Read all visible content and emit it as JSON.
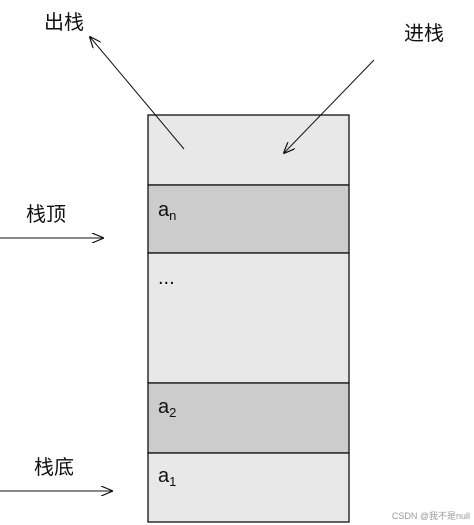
{
  "labels": {
    "pop": "出栈",
    "push": "进栈",
    "top": "栈顶",
    "bottom": "栈底"
  },
  "cells": {
    "an": {
      "base": "a",
      "sub": "n"
    },
    "ellipsis": "...",
    "a2": {
      "base": "a",
      "sub": "2"
    },
    "a1": {
      "base": "a",
      "sub": "1"
    }
  },
  "watermark": "CSDN @我不是null",
  "colors": {
    "light_fill": "#e8e8e8",
    "dark_fill": "#cccccc",
    "stroke": "#111111"
  }
}
